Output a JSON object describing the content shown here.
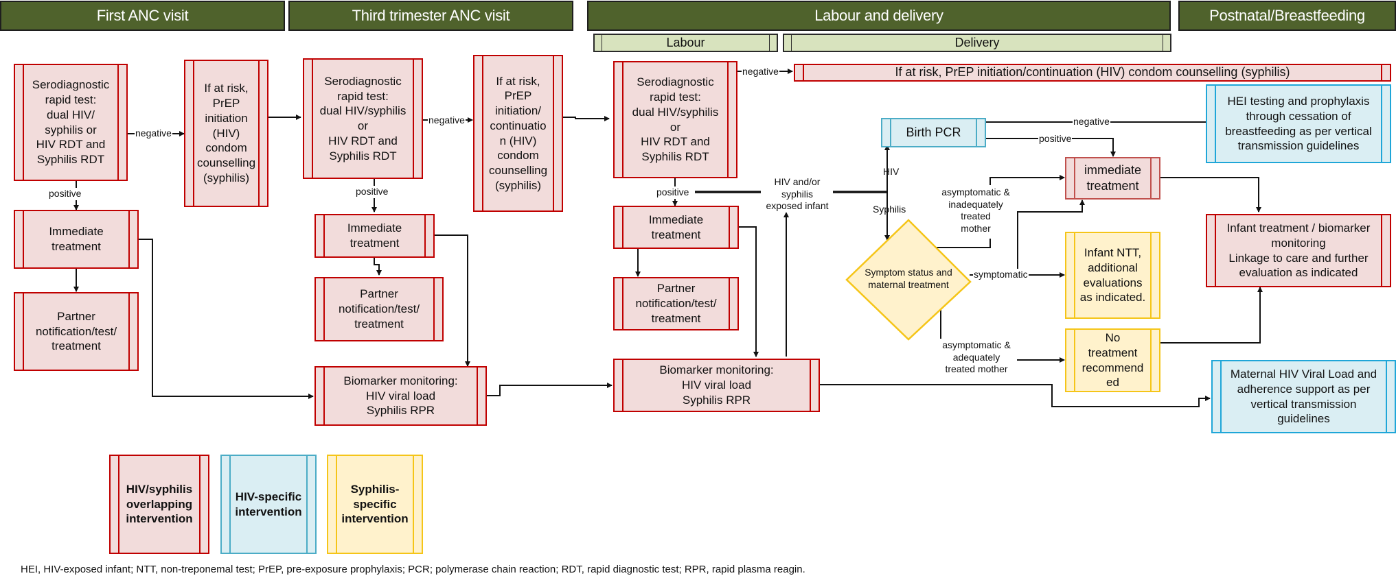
{
  "phases": {
    "first_anc": "First ANC visit",
    "third_trimester": "Third trimester ANC visit",
    "labour_delivery": "Labour and delivery",
    "postnatal": "Postnatal/Breastfeeding",
    "labour": "Labour",
    "delivery": "Delivery"
  },
  "boxes": {
    "sero1": "Serodiagnostic\nrapid test:\ndual HIV/\nsyphilis or\nHIV RDT and\nSyphilis RDT",
    "prep1": "If at risk,\nPrEP\ninitiation\n(HIV)\ncondom\ncounselling\n(syphilis)",
    "immediate1": "Immediate\ntreatment",
    "partner1": "Partner\nnotification/test/\ntreatment",
    "sero2": "Serodiagnostic\nrapid test:\ndual HIV/syphilis\nor\nHIV RDT and\nSyphilis RDT",
    "prep2": "If at risk,\nPrEP\ninitiation/\ncontinuatio\nn (HIV)\ncondom\ncounselling\n(syphilis)",
    "immediate2": "Immediate\ntreatment",
    "partner2": "Partner\nnotification/test/\ntreatment",
    "biomarker2": "Biomarker monitoring:\nHIV viral load\nSyphilis RPR",
    "sero3": "Serodiagnostic\nrapid test:\ndual HIV/syphilis\nor\nHIV RDT and\nSyphilis RDT",
    "immediate3": "Immediate\ntreatment",
    "partner3": "Partner\nnotification/test/\ntreatment",
    "biomarker3": "Biomarker monitoring:\nHIV viral load\nSyphilis RPR",
    "prep3": "If at risk, PrEP initiation/continuation (HIV) condom counselling (syphilis)",
    "birth_pcr": "Birth PCR",
    "hei_testing": "HEI testing and prophylaxis\nthrough cessation of\nbreastfeeding as per vertical\ntransmission guidelines",
    "immediate_infant": "immediate\ntreatment",
    "symptom_decision": "Symptom status and\nmaternal treatment",
    "infant_ntt": "Infant NTT,\nadditional\nevaluations\nas indicated.",
    "no_treatment": "No\ntreatment\nrecommend\ned",
    "infant_treatment": "Infant treatment / biomarker\nmonitoring\nLinkage to care and further\nevaluation as indicated",
    "maternal_vl": "Maternal HIV Viral Load and\nadherence support as per\nvertical transmission\nguidelines"
  },
  "edge_labels": {
    "negative1": "negative",
    "positive1": "positive",
    "negative2": "negative",
    "positive2": "positive",
    "negative3": "negative",
    "positive3": "positive",
    "exposed_infant": "HIV and/or\nsyphilis\nexposed infant",
    "hiv": "HIV",
    "syphilis": "Syphilis",
    "pcr_negative": "negative",
    "pcr_positive": "positive",
    "asym_inadequate": "asymptomatic &\ninadequately\ntreated\nmother",
    "symptomatic": "symptomatic",
    "asym_adequate": "asymptomatic &\nadequately\ntreated mother"
  },
  "legend": {
    "overlap": "HIV/syphilis\noverlapping\nintervention",
    "hiv_specific": "HIV-specific\nintervention",
    "syphilis_specific": "Syphilis-\nspecific\nintervention"
  },
  "colors": {
    "phase_header": "#4f622c",
    "subphase": "#d8e3be",
    "overlap_fill": "#f2dcdb",
    "overlap_border": "#c00000",
    "hiv_fill": "#daeef3",
    "hiv_border": "#1fa6d8",
    "syphilis_fill": "#fff2cc",
    "syphilis_border": "#f5c518"
  },
  "footnote": "HEI, HIV-exposed infant; NTT, non-treponemal test; PrEP, pre-exposure prophylaxis; PCR; polymerase chain reaction; RDT, rapid diagnostic test;  RPR, rapid plasma reagin."
}
